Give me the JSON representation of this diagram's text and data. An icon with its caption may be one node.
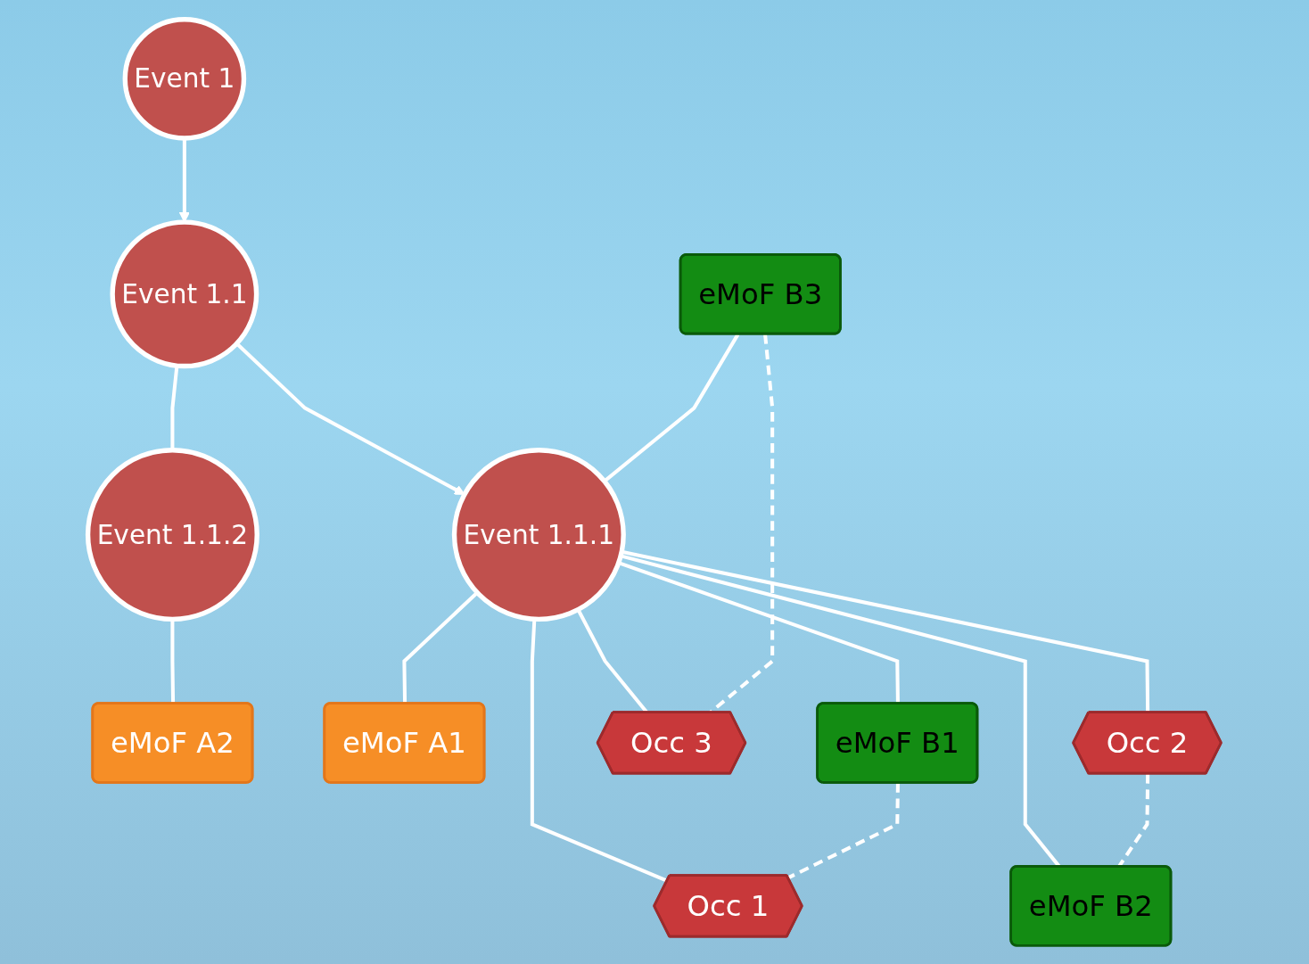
{
  "diagram": {
    "nodes": [
      {
        "text": [
          "Event 1"
        ]
      },
      {
        "text": [
          "Event 1.1"
        ]
      },
      {
        "text": [
          "Event 1.1.2"
        ]
      },
      {
        "text": [
          "eMoF A2"
        ]
      },
      {
        "text": [
          "eMoF A1"
        ]
      },
      {
        "text": [
          "Event 1.1.1"
        ]
      },
      {
        "text": [
          "eMoF B3"
        ]
      },
      {
        "text": [
          "eMoF B1"
        ]
      },
      {
        "text": [
          "Occ 3"
        ]
      },
      {
        "text": [
          "Occ 1"
        ]
      },
      {
        "text": [
          "Occ 2"
        ]
      },
      {
        "text": [
          "eMoF B2"
        ]
      }
    ],
    "edges": [
      {
        "from": 0,
        "to": 1,
        "arrow": "to"
      },
      {
        "from": 1,
        "to": 2,
        "arrow": "none"
      },
      {
        "from": 2,
        "to": 3,
        "arrow": "none"
      },
      {
        "from": 1,
        "to": 5,
        "arrow": "to"
      },
      {
        "from": 5,
        "to": 4,
        "arrow": "none"
      },
      {
        "from": 6,
        "to": 5,
        "arrow": "none"
      },
      {
        "from": 5,
        "to": 7,
        "arrow": "none"
      },
      {
        "from": 5,
        "to": 8,
        "arrow": "none"
      },
      {
        "from": 5,
        "to": 9,
        "arrow": "none"
      },
      {
        "from": 5,
        "to": 10,
        "arrow": "none"
      },
      {
        "from": 5,
        "to": 11,
        "arrow": "none"
      },
      {
        "from": 6,
        "to": 8,
        "arrow": "none",
        "style": "dashed"
      },
      {
        "from": 7,
        "to": 9,
        "arrow": "none",
        "style": "dashed"
      },
      {
        "from": 10,
        "to": 11,
        "arrow": "none",
        "style": "dashed"
      }
    ]
  }
}
